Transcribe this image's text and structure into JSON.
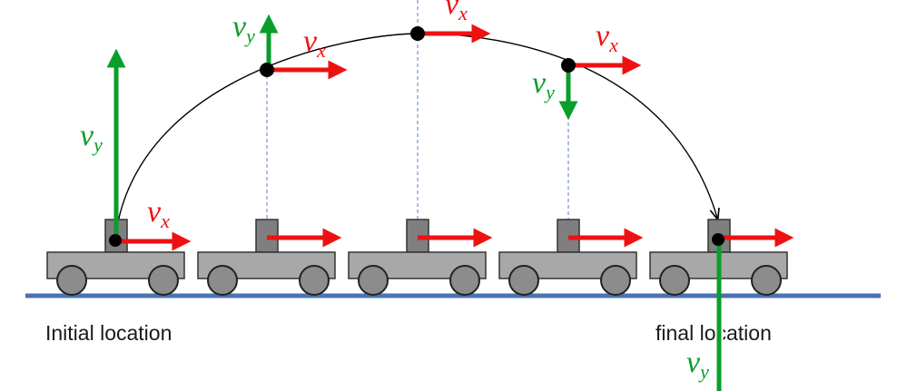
{
  "labels": {
    "initial": "Initial location",
    "final": "final location"
  },
  "symbols": {
    "v": "v",
    "x_sub": "x",
    "y_sub": "y"
  },
  "colors": {
    "vx": "#ee1111",
    "vy": "#0a9e2a",
    "ground": "#4a73b0",
    "cart_body": "#a8a8a8",
    "cart_post": "#7f7f7f",
    "wheel": "#8c8c8c",
    "path": "#000000",
    "guide": "#5b7fbf"
  }
}
